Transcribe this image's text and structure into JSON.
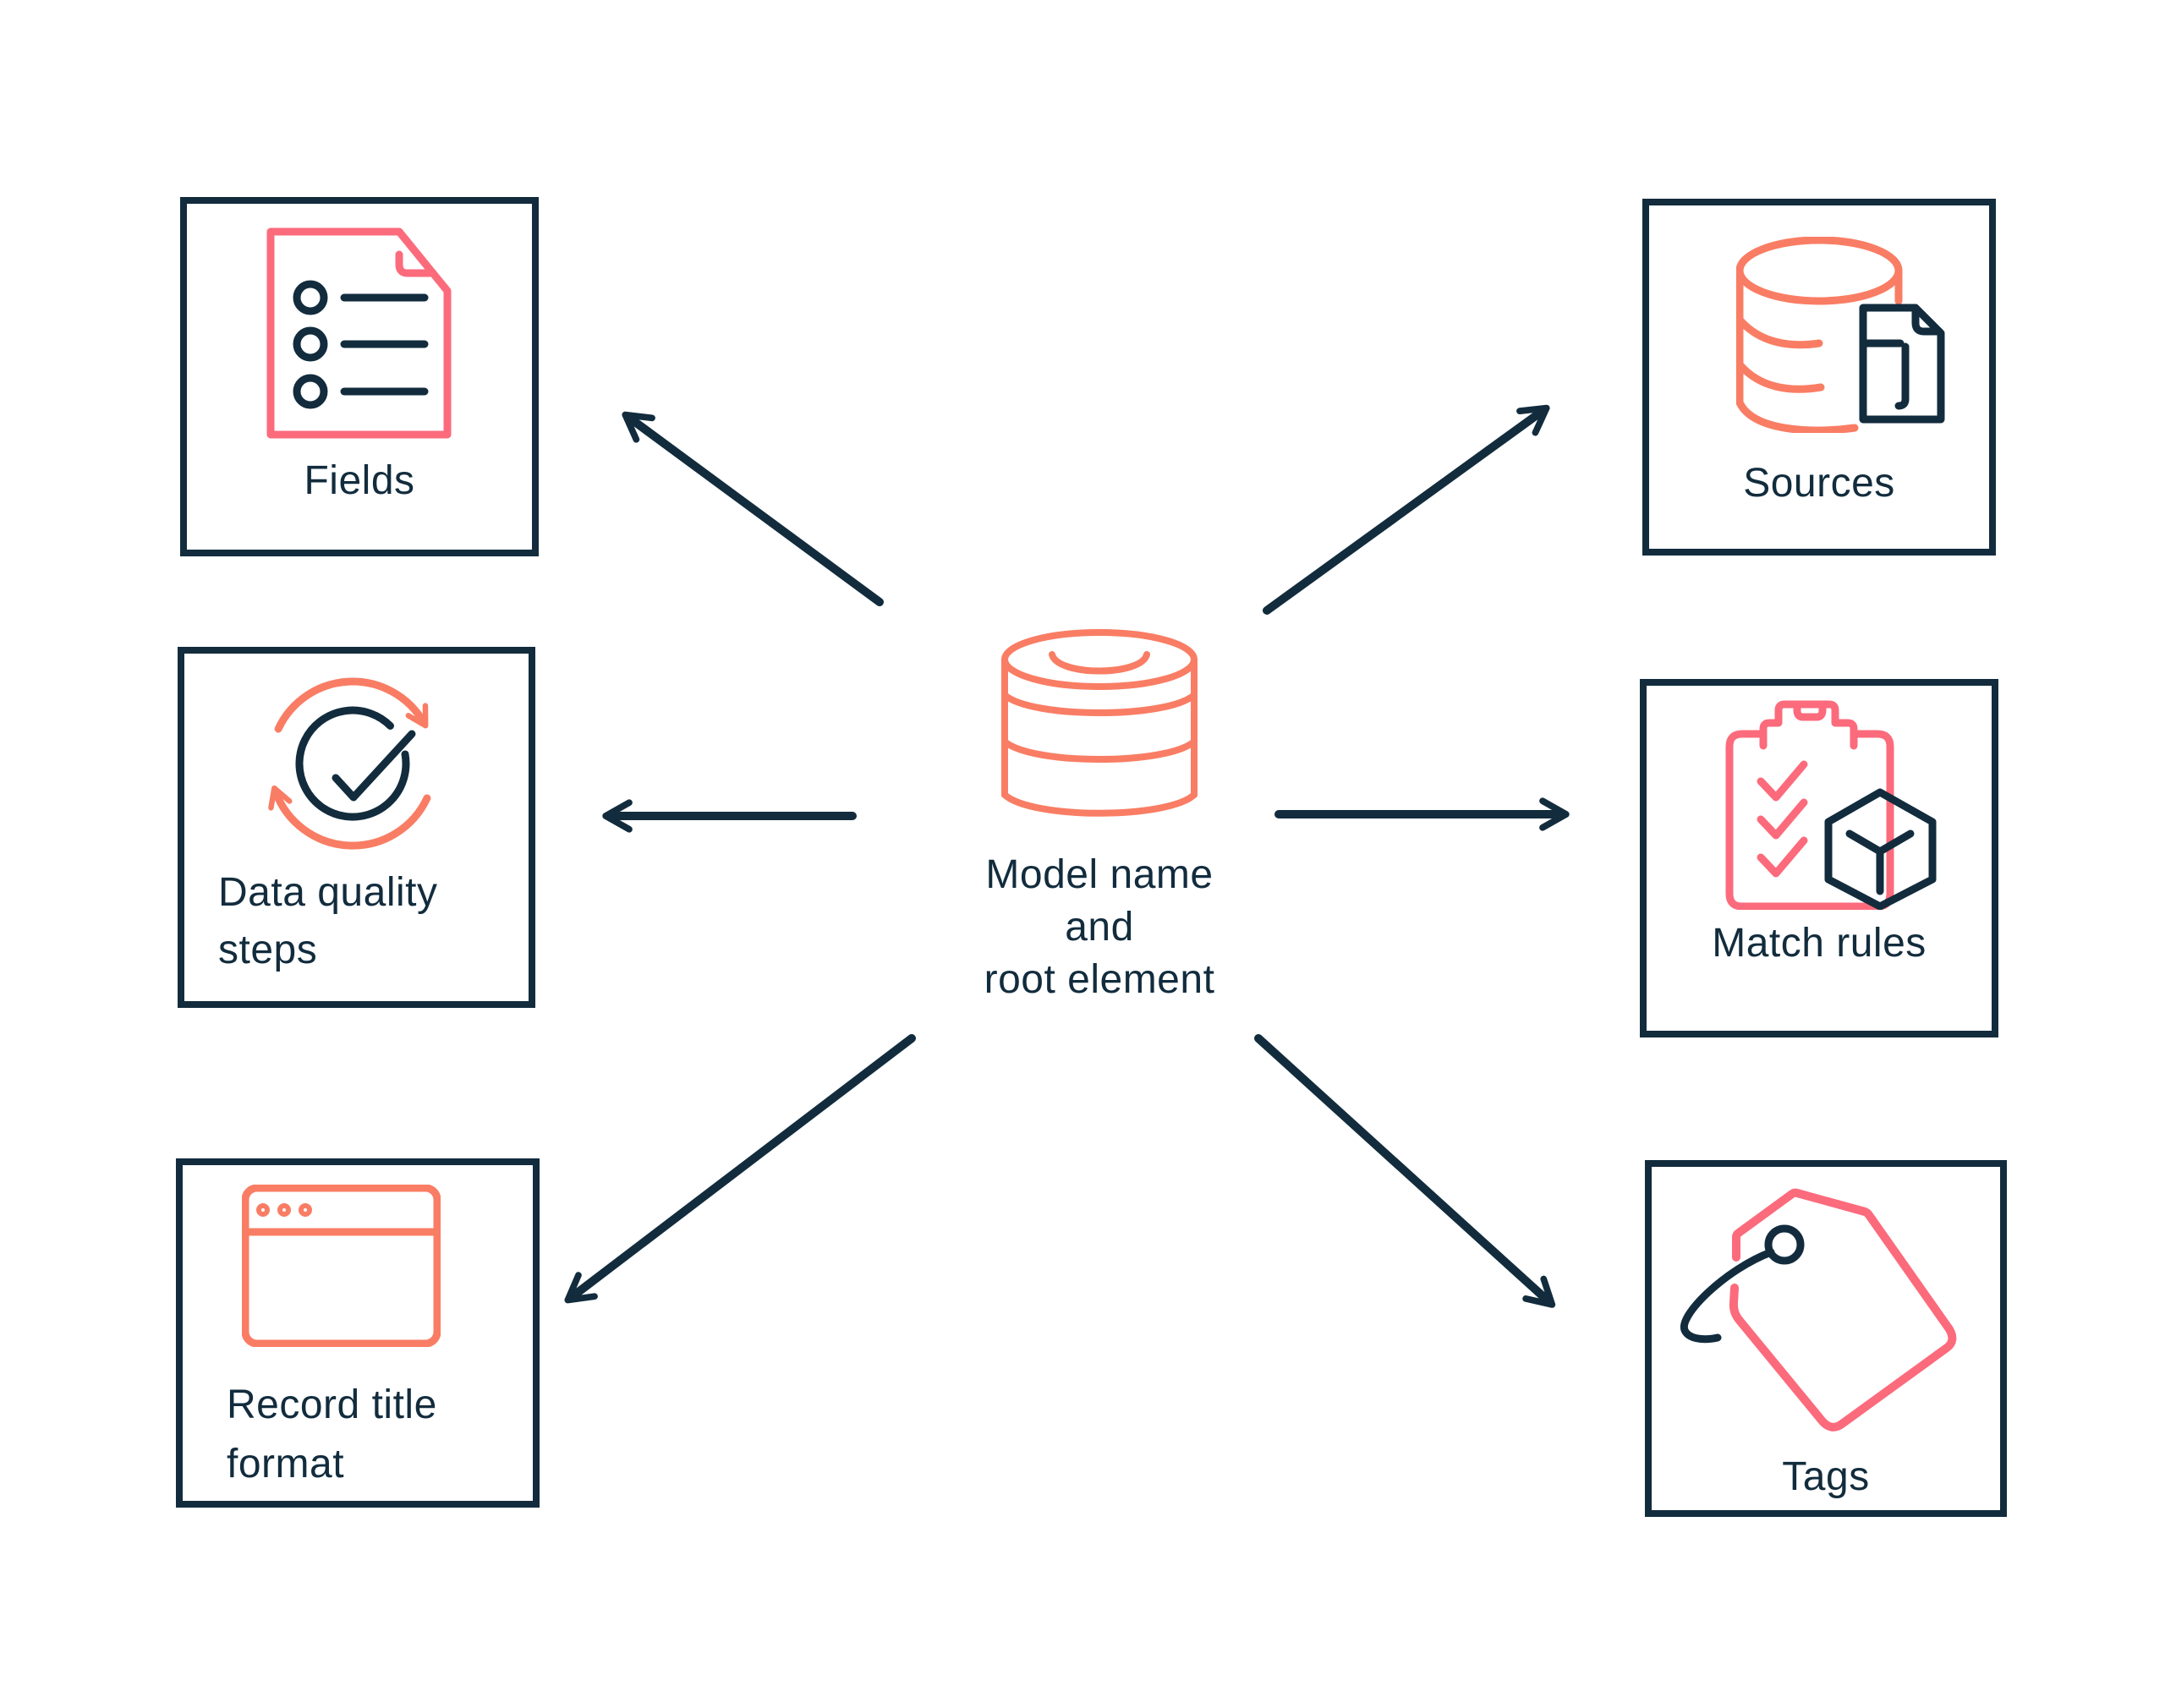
{
  "diagram": {
    "title": "",
    "colors": {
      "navy": "#122C3D",
      "coral": "#F97D64",
      "pink": "#FB6B7C",
      "background": "#FFFFFF"
    },
    "center": {
      "icon": "database-stack-icon",
      "lines": [
        "Model name",
        "and",
        "root element"
      ]
    },
    "nodes": {
      "fields": {
        "label": "Fields",
        "icon": "document-list-icon"
      },
      "data_quality": {
        "line1": "Data quality",
        "line2": "steps",
        "icon": "sync-check-icon"
      },
      "record_title": {
        "line1": "Record title",
        "line2": "format",
        "icon": "browser-window-icon"
      },
      "sources": {
        "label": "Sources",
        "icon": "database-file-icon"
      },
      "match_rules": {
        "label": "Match rules",
        "icon": "clipboard-checklist-cube-icon"
      },
      "tags": {
        "label": "Tags",
        "icon": "price-tag-icon"
      }
    },
    "connections": [
      "center-to-fields",
      "center-to-data-quality",
      "center-to-record-title",
      "center-to-sources",
      "center-to-match-rules",
      "center-to-tags"
    ]
  }
}
